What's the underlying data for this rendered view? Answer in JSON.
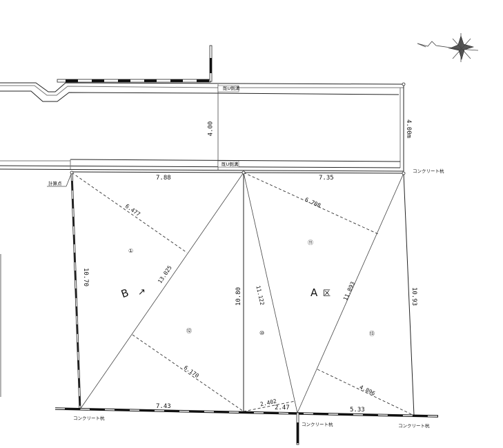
{
  "drawing": {
    "type": "land survey plot",
    "road": {
      "width_left_label": "4.00",
      "width_right_label": "4.00m",
      "ditch_top_label": "既U側溝",
      "ditch_bottom_label": "既U側溝"
    },
    "lots": [
      {
        "id": "B",
        "letter": "B",
        "suffix": "↗",
        "point_labels": [
          "①",
          "⑫"
        ]
      },
      {
        "id": "A",
        "letter": "A",
        "suffix": "区",
        "point_labels": [
          "⑪",
          "⑩",
          "⑬"
        ]
      }
    ],
    "dimensions": {
      "top_left": "7.88",
      "top_right": "7.35",
      "left_side": "10.70",
      "middle_vertical": "10.80",
      "right_side": "10.93",
      "bottom_left": "7.43",
      "bottom_mid": "2.47",
      "bottom_right": "5.33",
      "diag_b": "13.025",
      "diag_a_left": "11.122",
      "diag_a_right": "11.893",
      "perp_b_top": "6.477",
      "perp_b_bottom": "6.170",
      "perp_a_top": "6.708",
      "perp_a_bottom": "4.896",
      "perp_small": "2.402"
    },
    "markers": {
      "calc_point": "計算点",
      "concrete_post_top_right": "コンクリート杭",
      "concrete_post_bottom_left": "コンクリート杭",
      "concrete_post_bottom_mid": "コンクリート杭",
      "concrete_post_bottom_right": "コンクリート杭"
    },
    "north_arrow": "north-arrow"
  }
}
